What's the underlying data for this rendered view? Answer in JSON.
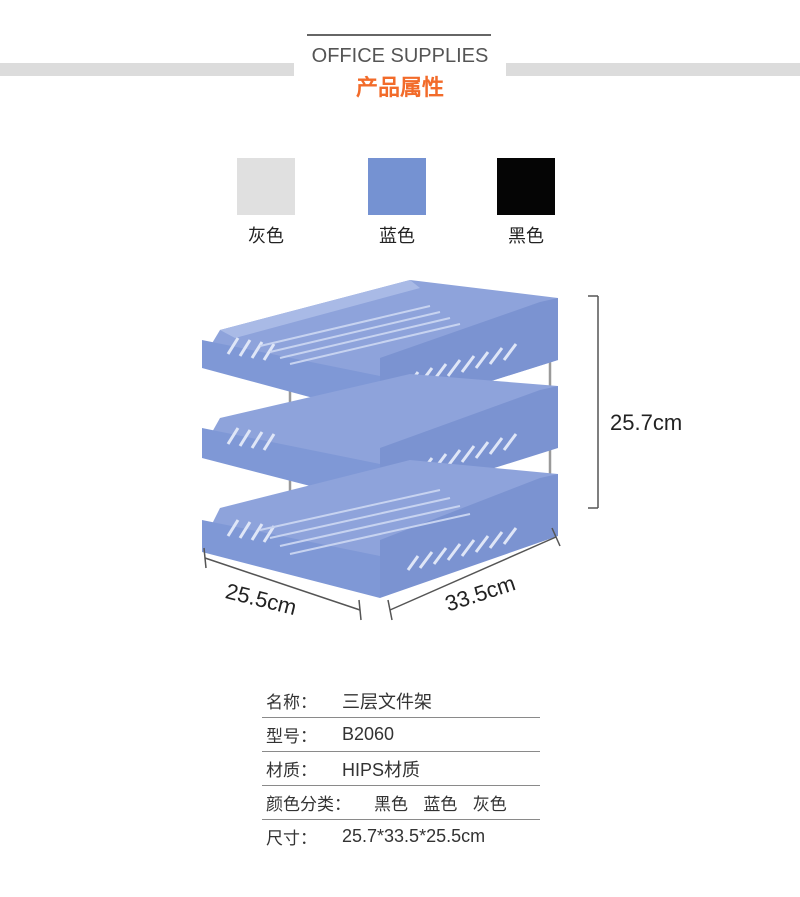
{
  "header": {
    "title": "OFFICE SUPPLIES",
    "subtitle": "产品属性"
  },
  "colors": [
    {
      "name": "灰色",
      "hex": "#e0e0e0"
    },
    {
      "name": "蓝色",
      "hex": "#7592d2"
    },
    {
      "name": "黑色",
      "hex": "#050505"
    }
  ],
  "product": {
    "image_subject": "three-tier blue plastic file tray",
    "accent_color": "#7b93d1",
    "dimensions": {
      "height": "25.7cm",
      "width": "25.5cm",
      "depth": "33.5cm"
    }
  },
  "specs": [
    {
      "key": "名称：",
      "value": "三层文件架"
    },
    {
      "key": "型号：",
      "value": "B2060"
    },
    {
      "key": "材质：",
      "value": "HIPS材质"
    },
    {
      "key": "颜色分类：",
      "value": "黑色 蓝色 灰色"
    },
    {
      "key": "尺寸：",
      "value": "25.7*33.5*25.5cm"
    }
  ]
}
